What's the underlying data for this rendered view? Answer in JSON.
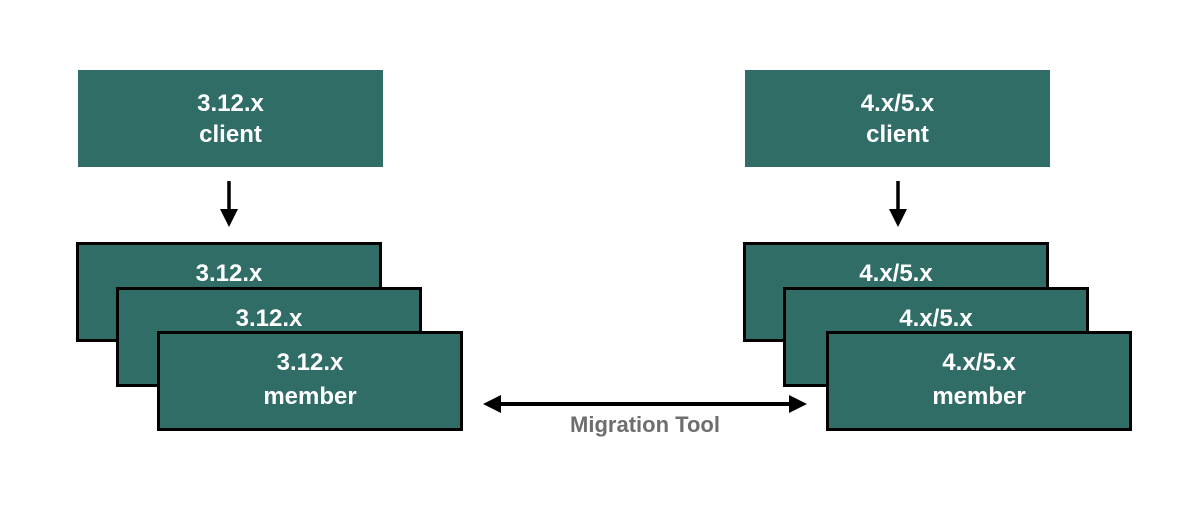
{
  "colors": {
    "background": "#ffffff",
    "box_fill": "#2f6d66",
    "box_border": "#000000",
    "box_text": "#ffffff",
    "arrow": "#000000",
    "label_color": "#6e6e6e"
  },
  "left": {
    "client": {
      "line1": "3.12.x",
      "line2": "client"
    },
    "stack": [
      {
        "line1": "3.12.x"
      },
      {
        "line1": "3.12.x"
      },
      {
        "line1": "3.12.x",
        "line2": "member"
      }
    ]
  },
  "right": {
    "client": {
      "line1": "4.x/5.x",
      "line2": "client"
    },
    "stack": [
      {
        "line1": "4.x/5.x"
      },
      {
        "line1": "4.x/5.x"
      },
      {
        "line1": "4.x/5.x",
        "line2": "member"
      }
    ]
  },
  "migration": {
    "label": "Migration Tool"
  }
}
